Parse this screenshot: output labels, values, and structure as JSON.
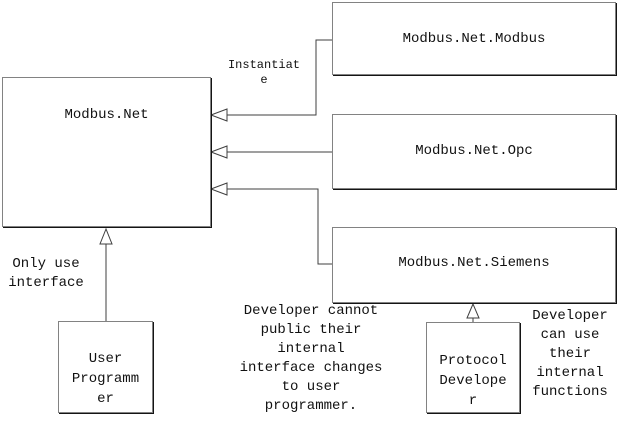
{
  "boxes": {
    "modbus_net": {
      "title": "Modbus.Net"
    },
    "modbus_net_modbus": {
      "title": "Modbus.Net.Modbus"
    },
    "modbus_net_opc": {
      "title": "Modbus.Net.Opc"
    },
    "modbus_net_siemens": {
      "title": "Modbus.Net.Siemens"
    },
    "user_programmer": {
      "lines": [
        "User",
        "Programm",
        "er"
      ]
    },
    "protocol_developer": {
      "lines": [
        "Protocol",
        "Develope",
        "r"
      ]
    }
  },
  "labels": {
    "instantiate": {
      "lines": [
        "Instantiat",
        "e"
      ]
    },
    "only_use_interface": {
      "lines": [
        "Only use",
        "interface"
      ]
    },
    "developer_cannot_note": {
      "lines": [
        "Developer cannot",
        "public their",
        "internal",
        "interface changes",
        "to user",
        "programmer."
      ]
    },
    "developer_can_note": {
      "lines": [
        "Developer",
        "can use",
        "their",
        "internal",
        "functions"
      ]
    }
  },
  "colors": {
    "background": "#ffffff",
    "text": "#111111",
    "box_border": "#828282",
    "box_shadow": "#141414",
    "connector_line": "#3f3f3f",
    "arrowhead_fill": "#ffffff"
  }
}
